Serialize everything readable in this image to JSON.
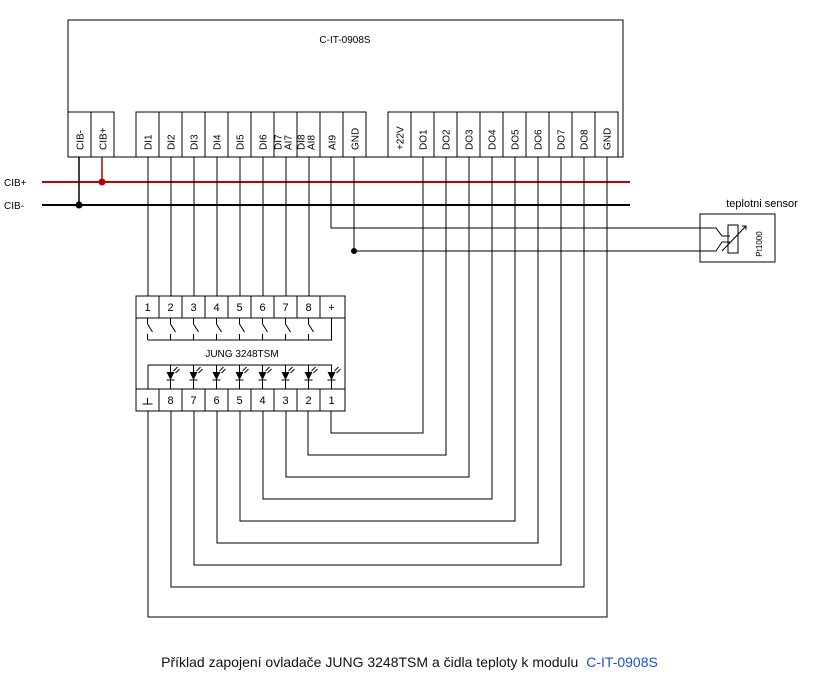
{
  "module": {
    "name": "C-IT-0908S",
    "terminals": [
      "CIB-",
      "CIB+",
      "DI1",
      "DI2",
      "DI3",
      "DI4",
      "DI5",
      "DI6",
      "DI7 AI7",
      "DI8 AI8",
      "AI9",
      "GND",
      "+22V",
      "DO1",
      "DO2",
      "DO3",
      "DO4",
      "DO5",
      "DO6",
      "DO7",
      "DO8",
      "GND"
    ]
  },
  "bus": {
    "plus_label": "CIB+",
    "minus_label": "CIB-",
    "plus_color": "#c00000",
    "minus_color": "#000000"
  },
  "sensor": {
    "title": "teplotni sensor",
    "type_label": "Pt1000"
  },
  "jung": {
    "name": "JUNG 3248TSM",
    "top_terminals": [
      "1",
      "2",
      "3",
      "4",
      "5",
      "6",
      "7",
      "8",
      "+"
    ],
    "bottom_terminals": [
      "ground-symbol",
      "8",
      "7",
      "6",
      "5",
      "4",
      "3",
      "2",
      "1"
    ]
  },
  "caption": {
    "text": "Příklad zapojení ovladače JUNG 3248TSM a čidla teploty k modulu",
    "link": "C-IT-0908S",
    "link_color": "#1a4fd6"
  }
}
